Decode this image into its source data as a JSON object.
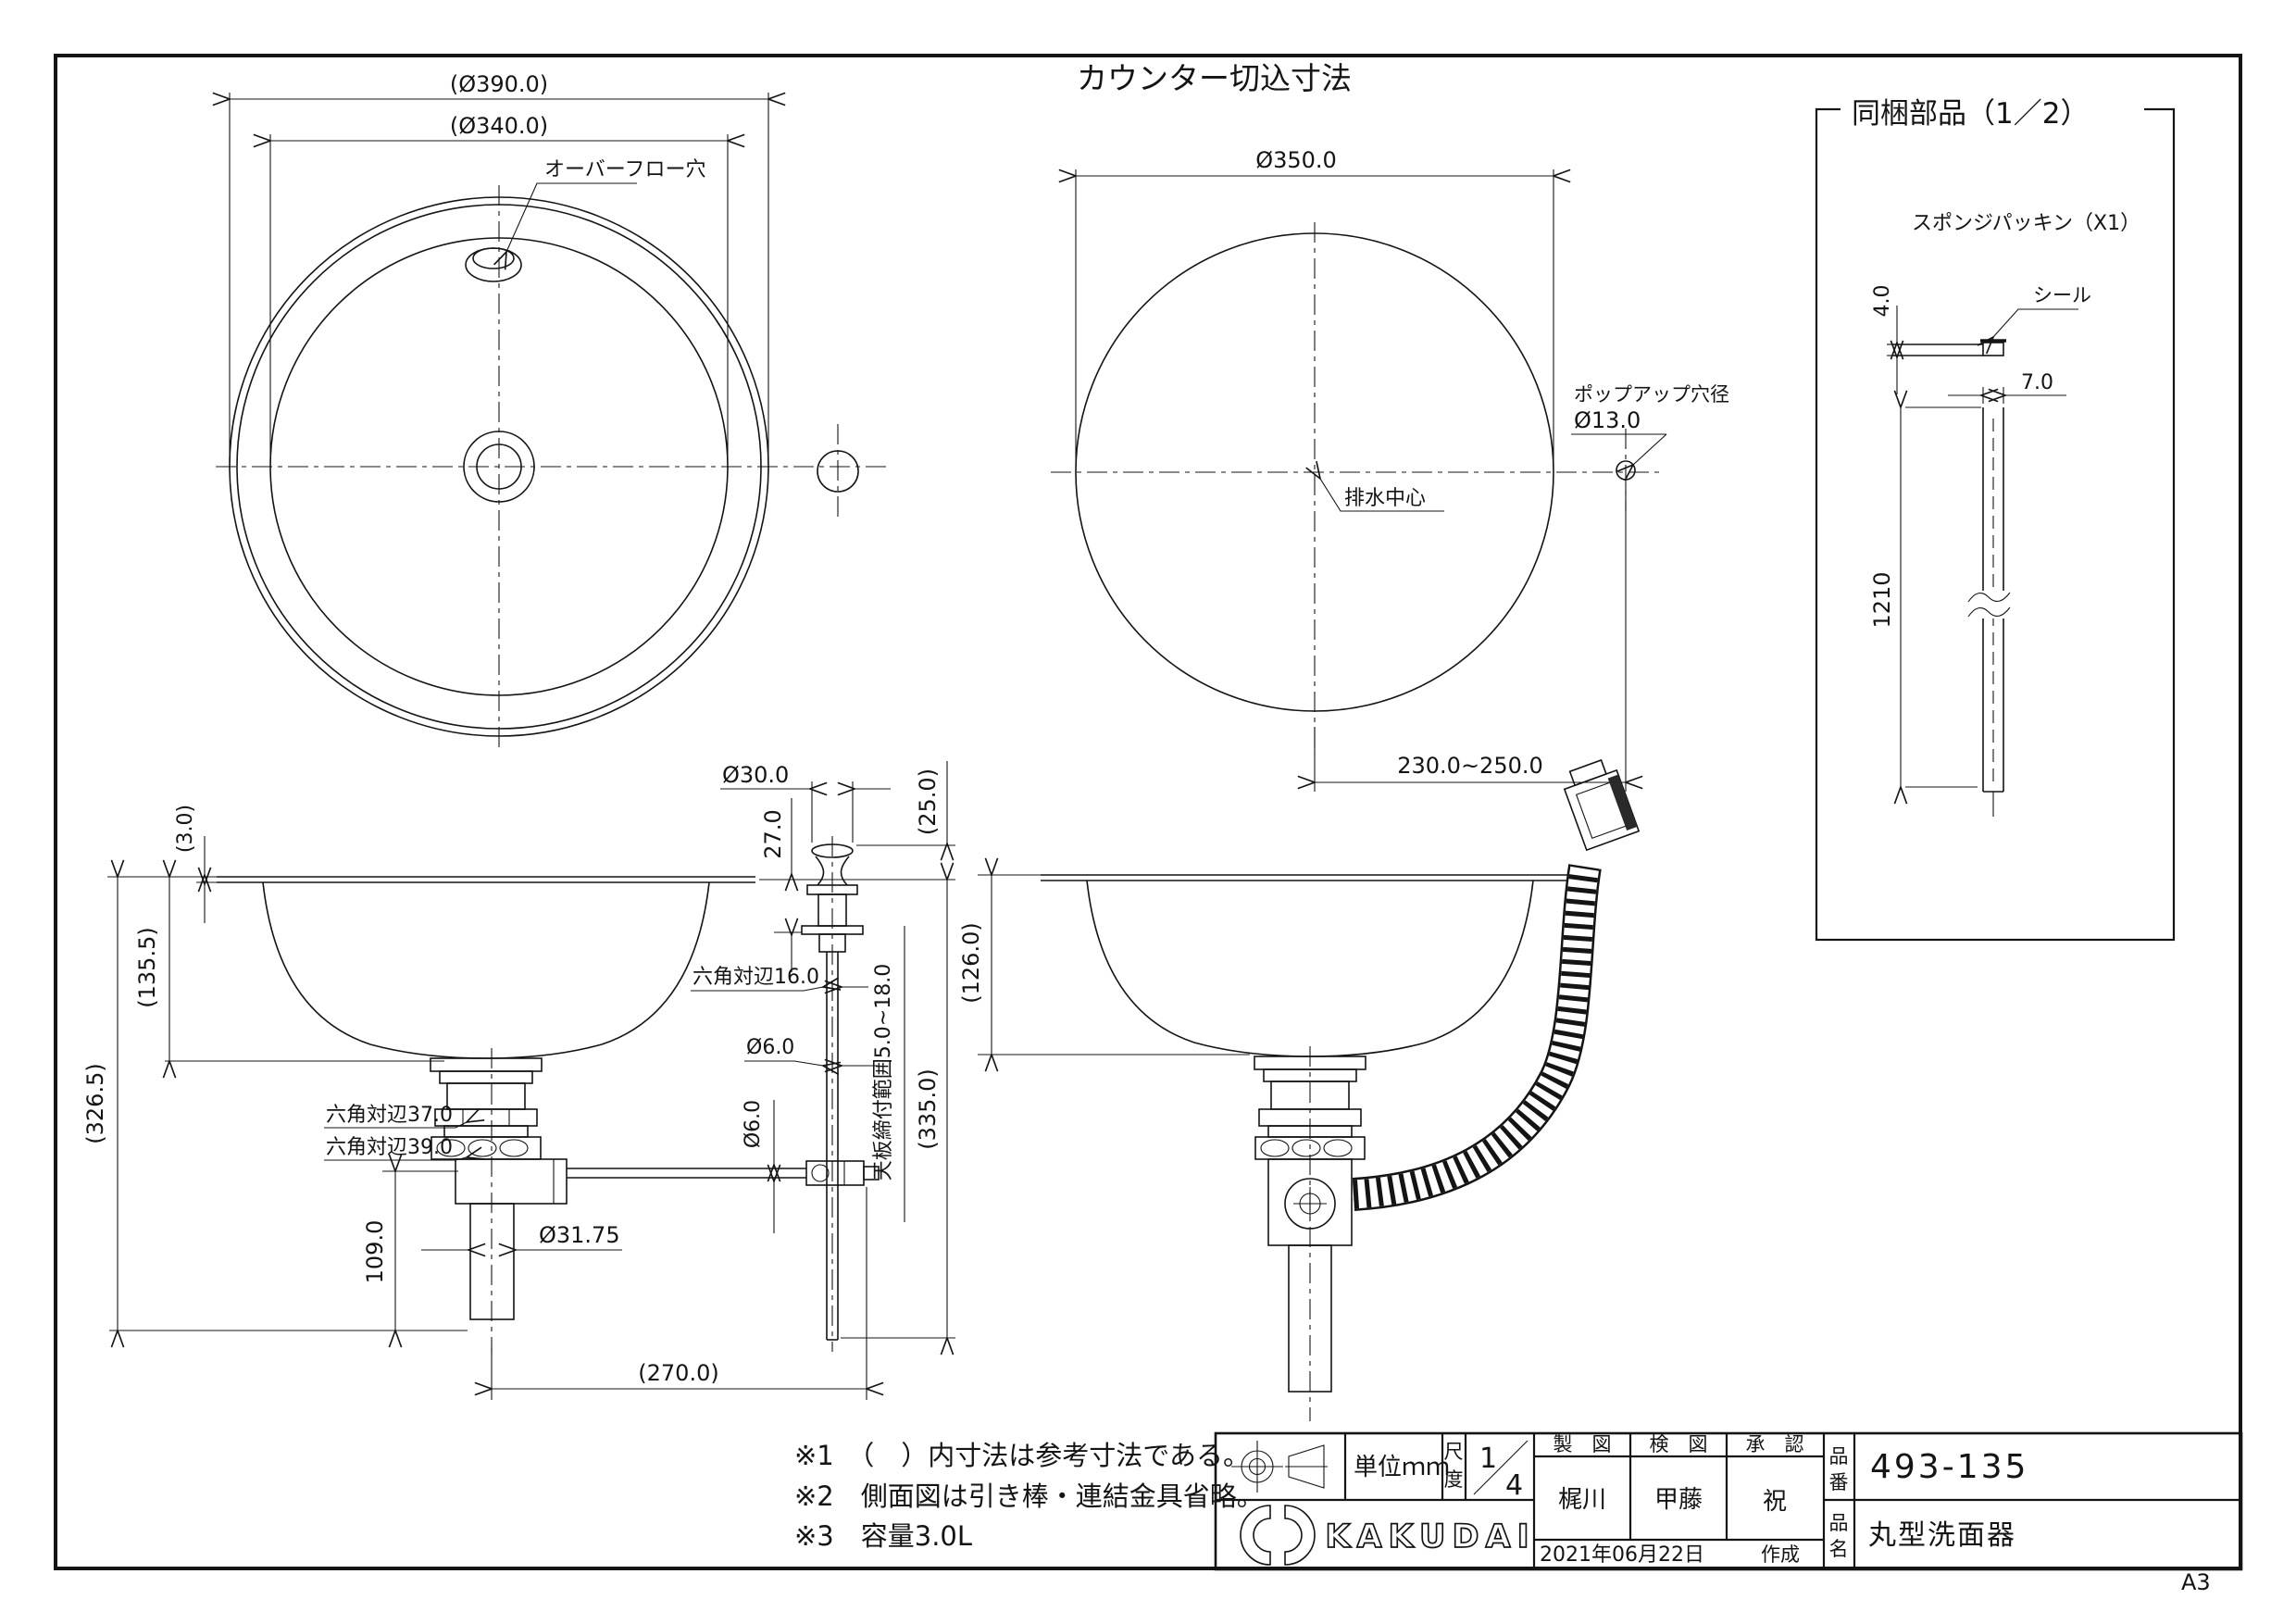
{
  "plan_view": {
    "dim_outer": "(Ø390.0)",
    "dim_inner": "(Ø340.0)",
    "overflow_label": "オーバーフロー穴"
  },
  "counter_view": {
    "title": "カウンター切込寸法",
    "dim_diameter": "Ø350.0",
    "drain_center_label": "排水中心",
    "popup_label_line1": "ポップアップ穴径",
    "popup_label_line2": "Ø13.0",
    "dim_offset": "230.0~250.0"
  },
  "parts_panel": {
    "title": "同梱部品（1／2）",
    "item_label": "スポンジパッキン（X1）",
    "seal_label": "シール",
    "dim_thickness": "4.0",
    "dim_width": "7.0",
    "dim_length": "1210"
  },
  "side_view_left": {
    "dim_rim": "(3.0)",
    "dim_depth": "(135.5)",
    "dim_total": "(326.5)",
    "hex37_label": "六角対辺37.0",
    "hex39_label": "六角対辺39.0",
    "dim_tailpipe_len": "109.0",
    "dim_pipe_dia": "Ø31.75",
    "dim_reach": "(270.0)",
    "dim_knob_dia": "Ø30.0",
    "dim_knob_h": "27.0",
    "dim_above_counter": "(25.0)",
    "hex16_label": "六角対辺16.0",
    "dim_rod_dia": "Ø6.0",
    "clamp_range_label": "天板締付範囲5.0~18.0",
    "dim_lever_dia": "Ø6.0",
    "dim_rod_total": "(335.0)"
  },
  "side_view_right": {
    "dim_depth": "(126.0)"
  },
  "notes": [
    "※1　（　）内寸法は参考寸法である。",
    "※2　側面図は引き棒・連結金具省略。",
    "※3　容量3.0L"
  ],
  "title_block": {
    "unit_label": "単位ｍｍ",
    "scale_label_top": "尺",
    "scale_label_bottom": "度",
    "scale_numerator": "1",
    "scale_denominator": "4",
    "header_draft": "製　図",
    "header_check": "検　図",
    "header_approve": "承　認",
    "name_draft": "梶川",
    "name_check": "甲藤",
    "name_approve": "祝",
    "date": "2021年06月22日",
    "created_label": "作成",
    "part_no_label_top": "品",
    "part_no_label_bottom": "番",
    "part_number": "493-135",
    "name_label_top": "品",
    "name_label_bottom": "名",
    "product_name": "丸型洗面器",
    "brand": "KAKUDAI",
    "paper_size": "A3"
  }
}
